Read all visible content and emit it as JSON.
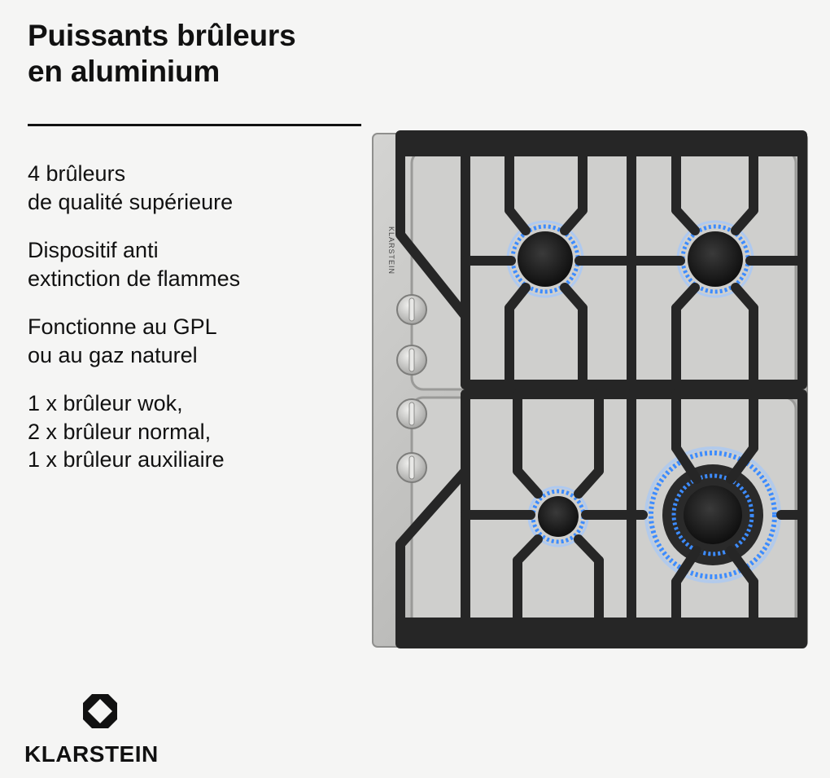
{
  "headline": {
    "line1": "Puissants brûleurs",
    "line2": "en aluminium"
  },
  "features": [
    {
      "lines": [
        "4 brûleurs",
        "de qualité supérieure"
      ]
    },
    {
      "lines": [
        "Dispositif anti",
        "extinction de flammes"
      ]
    },
    {
      "lines": [
        "Fonctionne au GPL",
        "ou au gaz naturel"
      ]
    },
    {
      "lines": [
        "1 x brûleur wok,",
        "2 x brûleur normal,",
        "1 x brûleur auxiliaire"
      ]
    }
  ],
  "brand": {
    "name": "KLARSTEIN",
    "icon": "klarstein-logo-icon"
  },
  "product": {
    "panel_brand": "KLARSTEIN",
    "burner_count": 4,
    "knob_count": 4
  },
  "colors": {
    "background": "#f5f5f4",
    "text": "#111111",
    "steel": "#c4c4c2",
    "grate": "#2b2b2b",
    "flame": "#3d8cff"
  }
}
